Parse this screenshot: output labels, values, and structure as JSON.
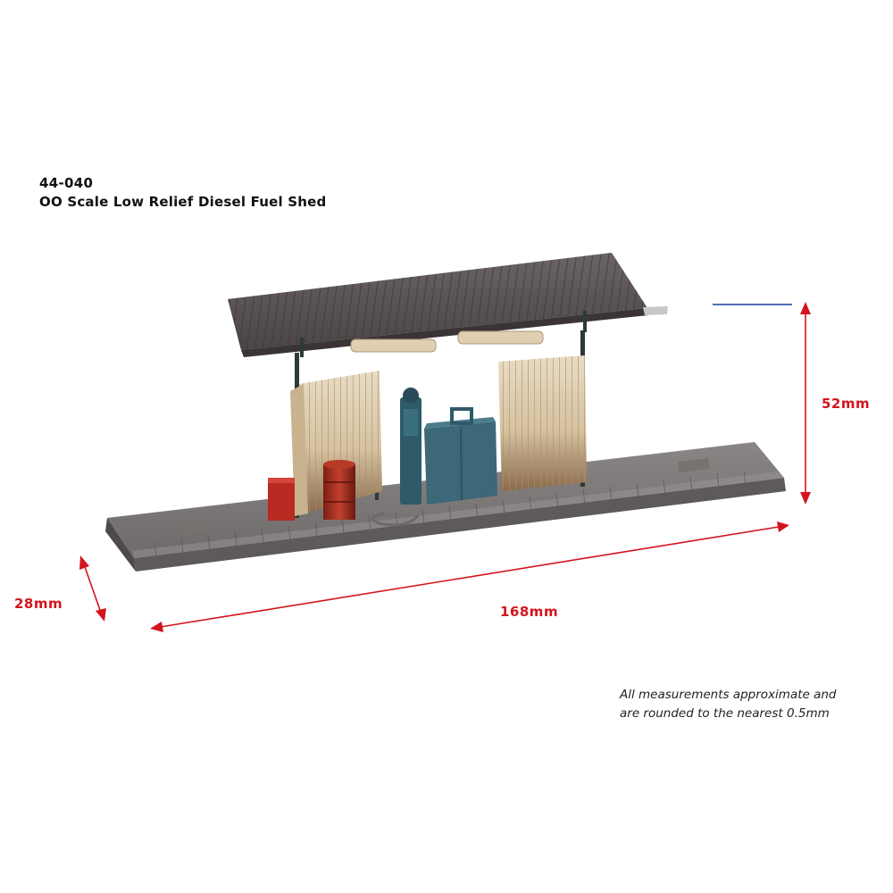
{
  "product": {
    "code": "44-040",
    "title": "OO Scale Low Relief Diesel Fuel Shed"
  },
  "dimensions": {
    "height": "52mm",
    "depth": "28mm",
    "width": "168mm"
  },
  "note": {
    "line1": "All measurements approximate and",
    "line2": "are rounded to the nearest 0.5mm"
  },
  "colors": {
    "dimension_red": "#d4141c",
    "guide_blue": "#1a3fa0"
  }
}
